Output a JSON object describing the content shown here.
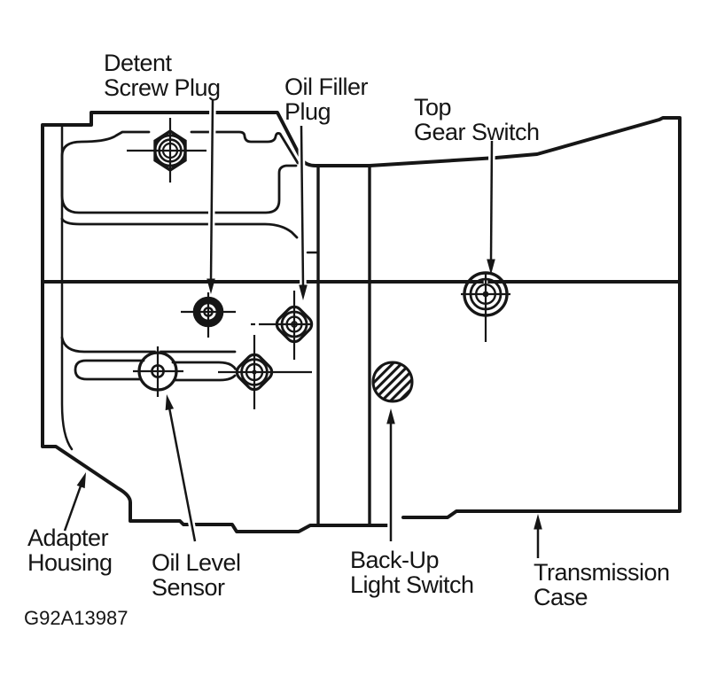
{
  "figure": {
    "code": "G92A13987",
    "background_color": "#ffffff",
    "line_color": "#161616",
    "description": "Transmission side-view line diagram with component callouts"
  },
  "labels": {
    "detent_screw_plug": {
      "line1": "Detent",
      "line2": "Screw Plug"
    },
    "oil_filler_plug": {
      "line1": "Oil Filler",
      "line2": "Plug"
    },
    "top_gear_switch": {
      "line1": "Top",
      "line2": "Gear Switch"
    },
    "adapter_housing": {
      "line1": "Adapter",
      "line2": "Housing"
    },
    "oil_level_sensor": {
      "line1": "Oil Level",
      "line2": "Sensor"
    },
    "backup_light_switch": {
      "line1": "Back-Up",
      "line2": "Light Switch"
    },
    "transmission_case": {
      "line1": "Transmission",
      "line2": "Case"
    }
  }
}
